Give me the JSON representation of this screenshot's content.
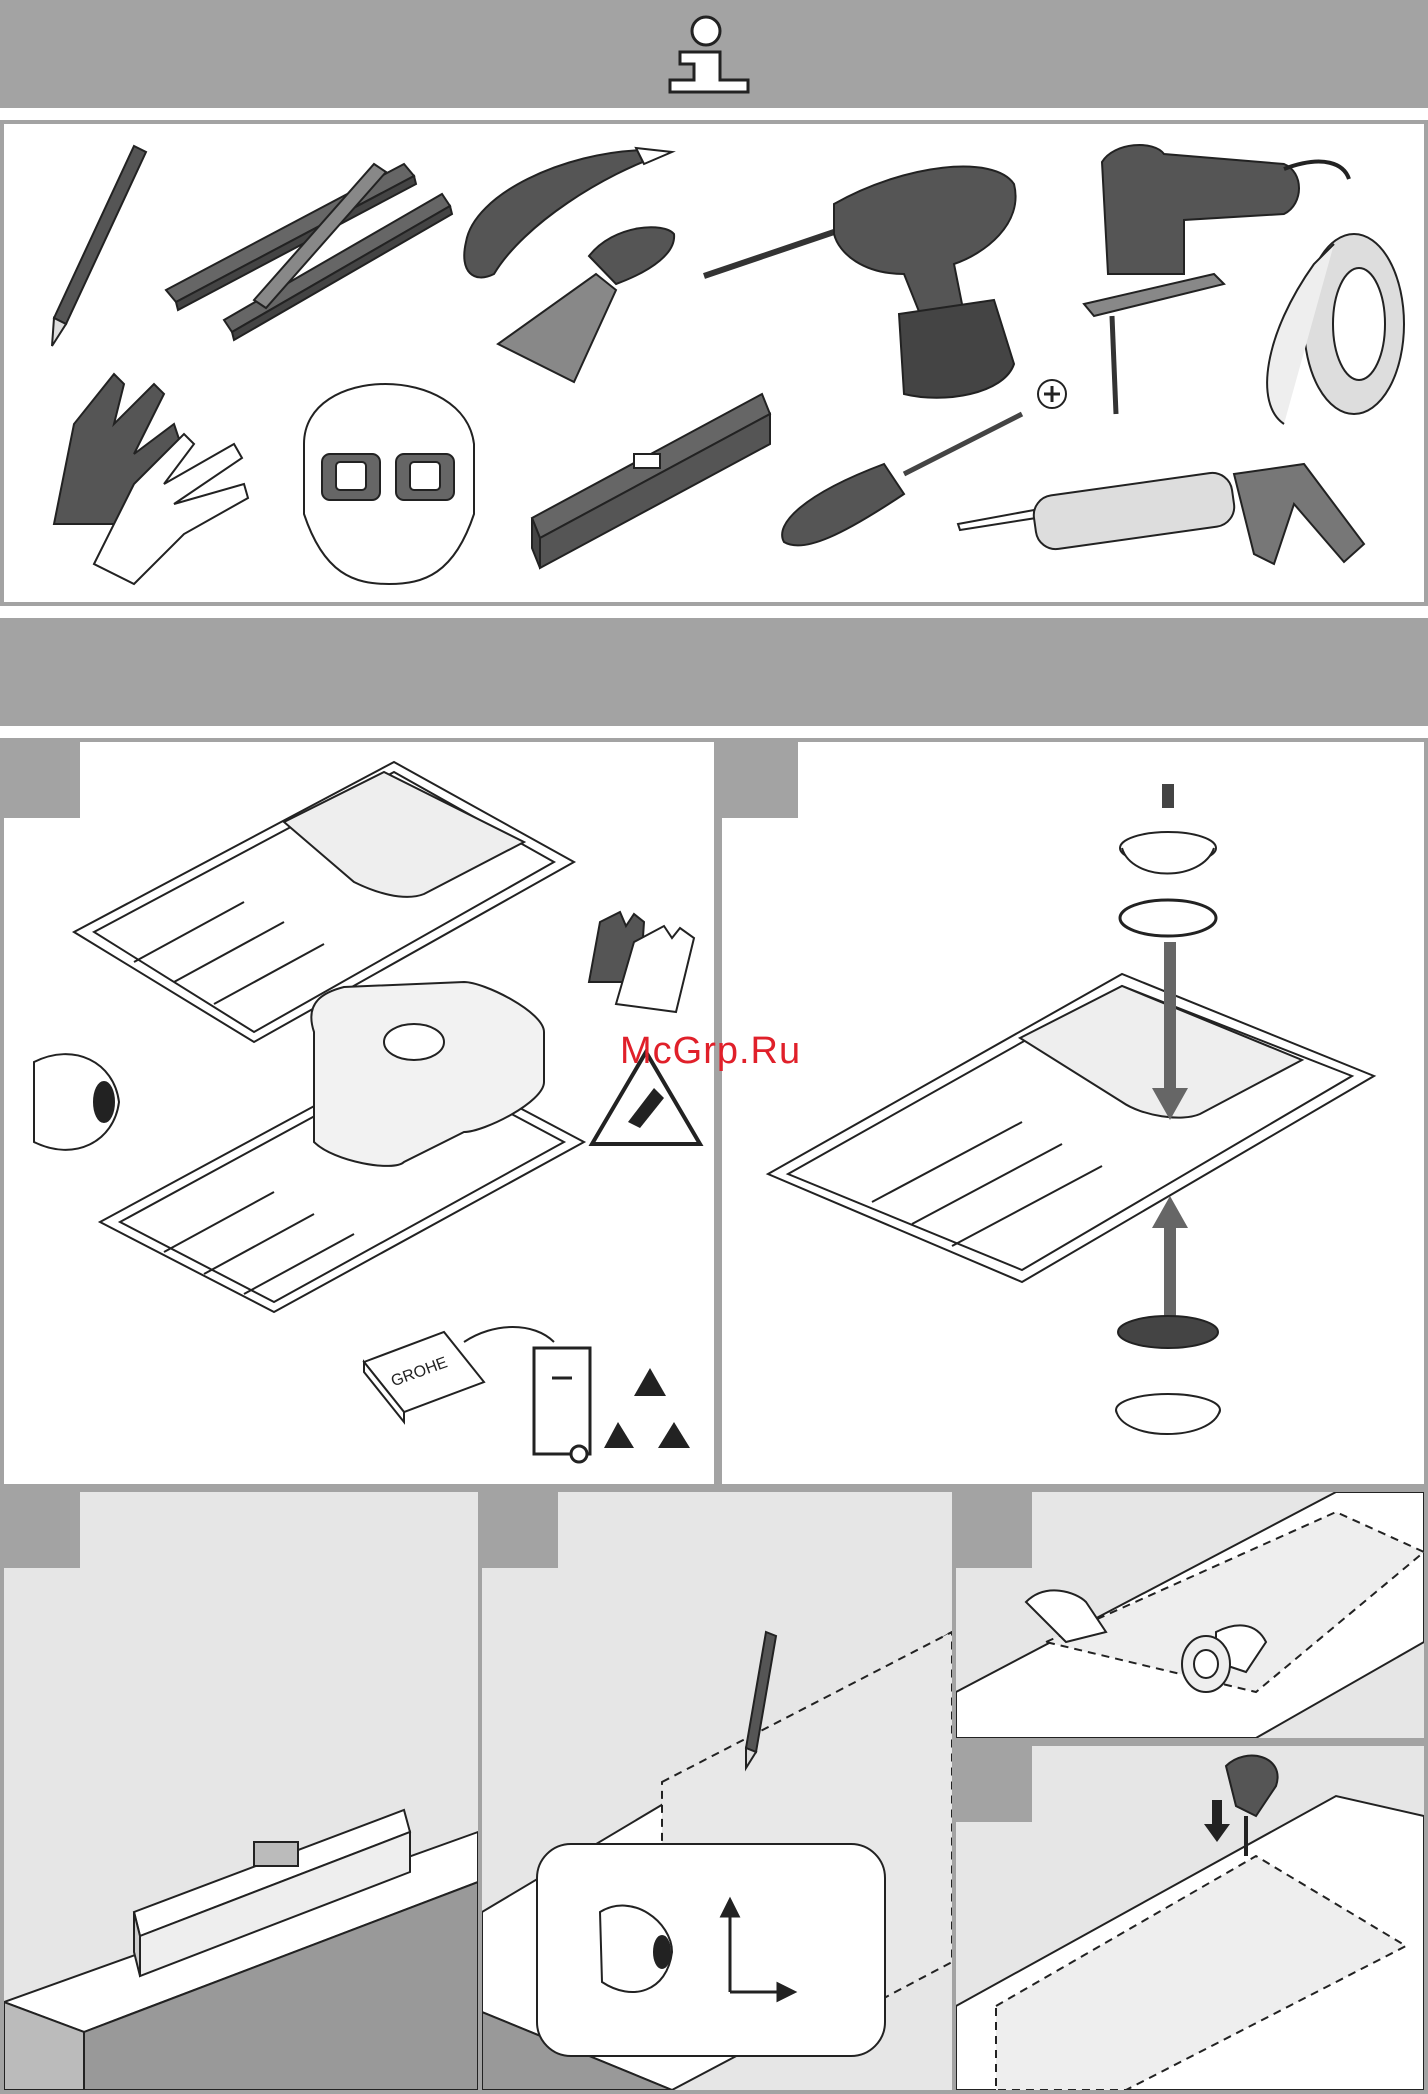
{
  "header": {
    "icon": "info-icon"
  },
  "tools_panel": {
    "icons": [
      "pencil-icon",
      "folding-ruler-icon",
      "utility-knife-icon",
      "putty-knife-icon",
      "cordless-drill-icon",
      "jigsaw-icon",
      "masking-tape-icon",
      "gloves-icon",
      "safety-goggles-icon",
      "spirit-level-icon",
      "phillips-screwdriver-icon",
      "phillips-plus-icon",
      "caulking-gun-icon"
    ]
  },
  "watermark": "McGrp.Ru",
  "steps": [
    {
      "id": "unpack",
      "icons": [
        "sink-icon",
        "inspect-eye-icon",
        "gloves-icon",
        "cut-warning-sign-icon",
        "grohe-box-icon",
        "bin-icon",
        "recycle-icon"
      ],
      "box_label": "GROHE"
    },
    {
      "id": "assemble-waste",
      "icons": [
        "screw-icon",
        "strainer-icon",
        "gasket-icon",
        "sink-icon",
        "arrow-down-icon",
        "arrow-up-icon",
        "basket-icon"
      ]
    },
    {
      "id": "level-check",
      "icons": [
        "spirit-level-icon",
        "worktop-icon"
      ]
    },
    {
      "id": "mark-template",
      "icons": [
        "pencil-icon",
        "template-icon",
        "inspect-eye-icon",
        "axis-arrows-icon"
      ]
    },
    {
      "id": "tape-template",
      "icons": [
        "hands-icon",
        "tape-roll-icon"
      ]
    },
    {
      "id": "drill-corners",
      "icons": [
        "drill-icon",
        "arrow-down-icon"
      ]
    }
  ]
}
